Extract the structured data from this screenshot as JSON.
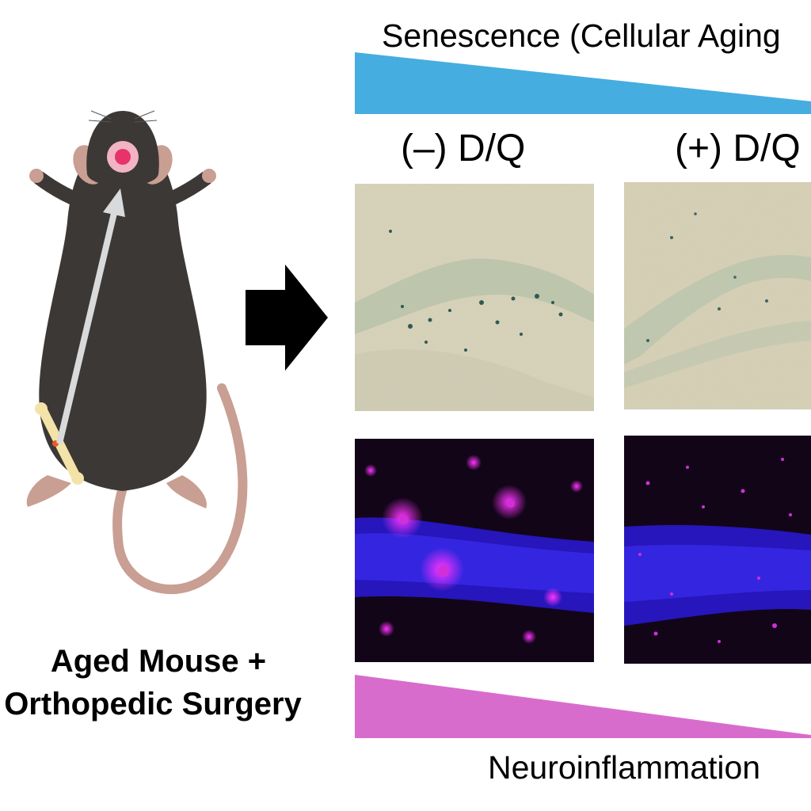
{
  "header": {
    "senescence_label": "Senescence (Cellular Aging"
  },
  "columns": [
    {
      "label": "(–) D/Q"
    },
    {
      "label": "(+) D/Q"
    }
  ],
  "footer": {
    "neuroinflammation_label": "Neuroinflammation"
  },
  "mouse": {
    "caption_line1": "Aged Mouse +",
    "caption_line2": "Orthopedic Surgery"
  },
  "colors": {
    "senescence_wedge": "#45ade0",
    "inflammation_wedge": "#d86ccc",
    "mouse_body": "#3c3836",
    "mouse_tail": "#c99e93",
    "arrow": "#000000"
  }
}
